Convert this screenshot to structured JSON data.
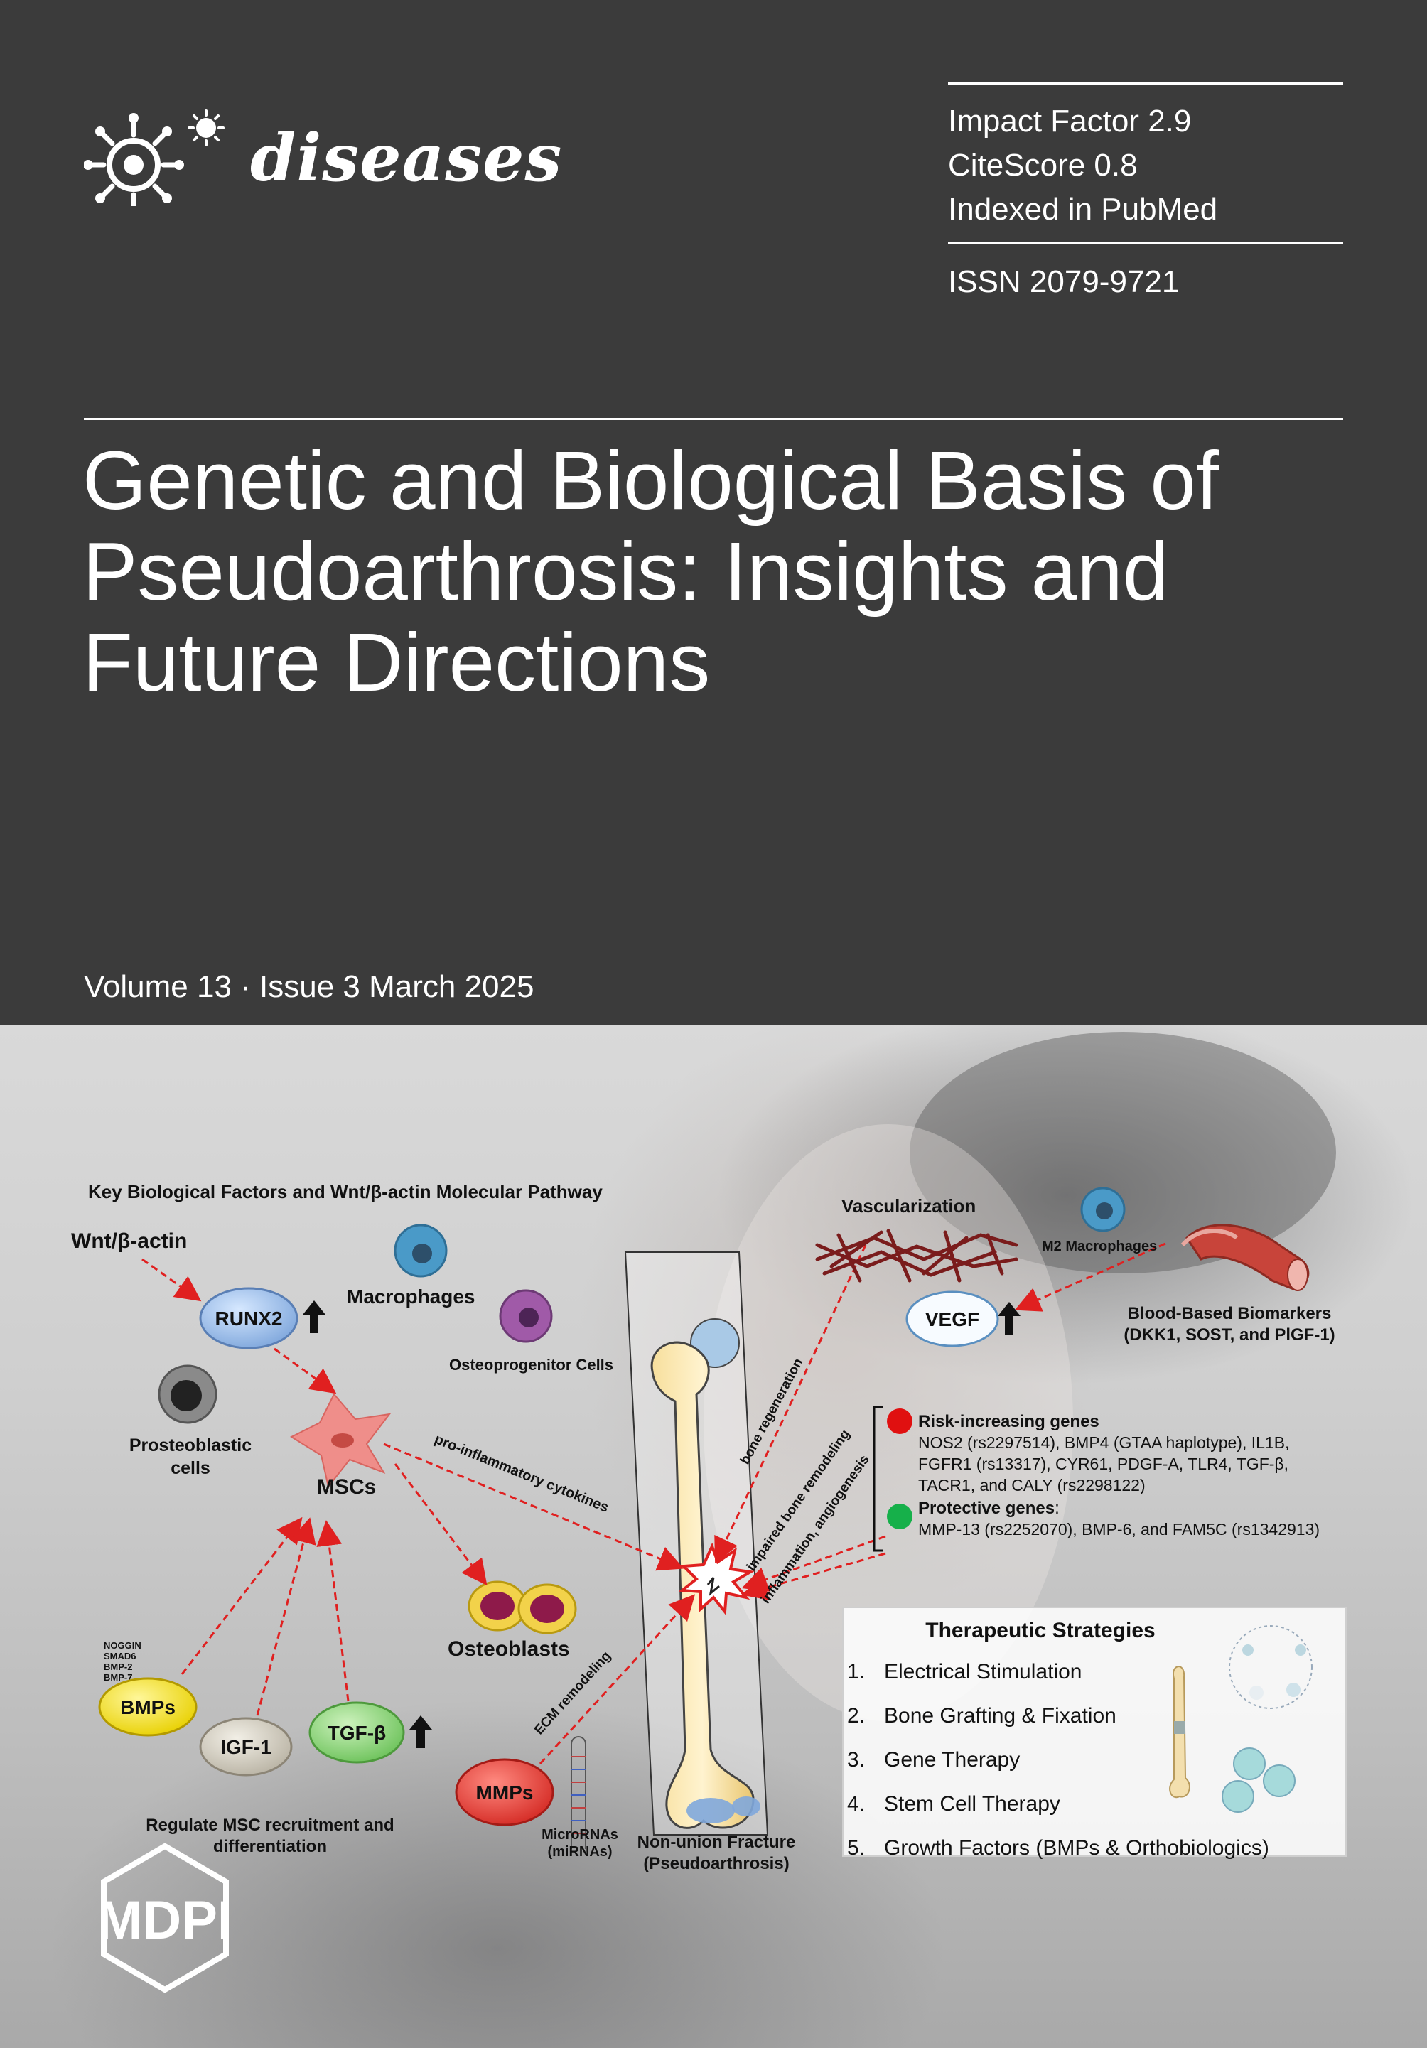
{
  "journal": {
    "name": "diseases"
  },
  "metrics": {
    "impact_factor": "Impact Factor 2.9",
    "citescore": "CiteScore 0.8",
    "indexed": "Indexed in PubMed",
    "issn": "ISSN 2079-9721"
  },
  "article": {
    "title_lines": [
      "Genetic and Biological Basis of",
      "Pseudoarthrosis: Insights and",
      "Future Directions"
    ]
  },
  "issue": {
    "volume_line": "Volume 13 · Issue 3 March 2025"
  },
  "publisher": {
    "logo_text": "MDPI"
  },
  "diagram": {
    "left_heading": "Key Biological Factors and Wnt/β-actin Molecular Pathway",
    "wnt": "Wnt/β-actin",
    "runx2": "RUNX2",
    "macrophages": "Macrophages",
    "osteoprogenitor": "Osteoprogenitor Cells",
    "prosteoblastic_1": "Prosteoblastic",
    "prosteoblastic_2": "cells",
    "mscs": "MSCs",
    "pro_inflammatory": "pro-inflammatory cytokines",
    "osteoblasts": "Osteoblasts",
    "bmp_small": [
      "NOGGIN",
      "SMAD6",
      "BMP-2",
      "BMP-7"
    ],
    "bmps": "BMPs",
    "igf1": "IGF-1",
    "tgfb": "TGF-β",
    "mmps": "MMPs",
    "ecm": "ECM remodeling",
    "mirna_1": "MicroRNAs",
    "mirna_2": "(miRNAs)",
    "regulate_1": "Regulate MSC recruitment and",
    "regulate_2": "differentiation",
    "nonunion_1": "Non-union Fracture",
    "nonunion_2": "(Pseudoarthrosis)",
    "bone_regeneration": "bone regeneration",
    "impaired": "impaired bone remodeling",
    "inflammation": "inflammation, angiogenesis",
    "vascularization": "Vascularization",
    "m2": "M2 Macrophages",
    "vegf": "VEGF",
    "biomarkers_1": "Blood-Based Biomarkers",
    "biomarkers_2": "(DKK1, SOST, and PlGF-1)",
    "risk_heading": "Risk-increasing genes",
    "risk_lines": [
      "NOS2 (rs2297514), BMP4 (GTAA haplotype), IL1B,",
      "FGFR1 (rs13317), CYR61, PDGF-A, TLR4, TGF-β,",
      "TACR1, and CALY (rs2298122)"
    ],
    "protective_heading": "Protective genes",
    "protective_colon": ":",
    "protective_line": "MMP-13 (rs2252070), BMP-6, and FAM5C (rs1342913)",
    "therapeutic_heading": "Therapeutic Strategies",
    "strategies": [
      "Electrical Stimulation",
      "Bone Grafting & Fixation",
      "Gene Therapy",
      "Stem Cell Therapy",
      "Growth Factors (BMPs & Orthobiologics)"
    ],
    "numbers": [
      "1.",
      "2.",
      "3.",
      "4.",
      "5."
    ],
    "colors": {
      "risk": "#e01010",
      "protective": "#16b04a",
      "arrow": "#e02020"
    }
  }
}
